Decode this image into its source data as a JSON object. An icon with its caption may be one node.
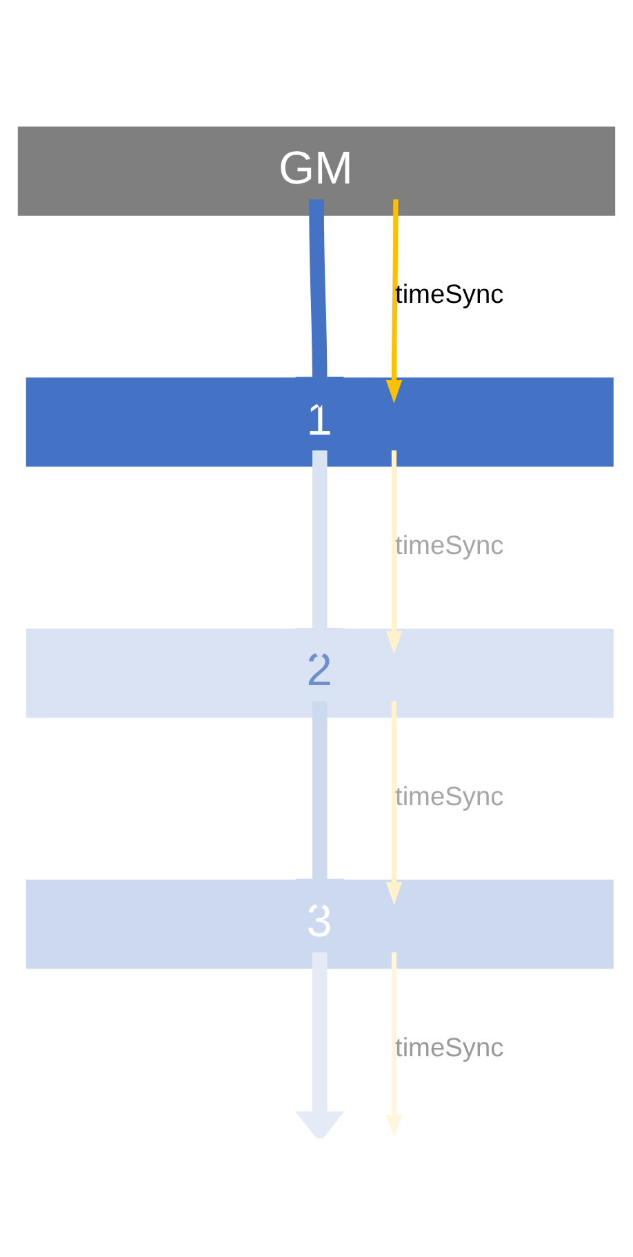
{
  "diagram": {
    "nodes": [
      {
        "text": [
          "GM"
        ]
      },
      {
        "text": [
          "1"
        ]
      },
      {
        "text": [
          "2"
        ]
      },
      {
        "text": [
          "3"
        ]
      }
    ],
    "edges": [
      {
        "from": 0,
        "to": 1,
        "arrow": "to",
        "style": "thick",
        "color": "#4472c4"
      },
      {
        "from": 0,
        "to": 1,
        "arrow": "to",
        "label": "timeSync",
        "color": "#ffc000"
      },
      {
        "from": 1,
        "to": 2,
        "arrow": "to",
        "style": "thick",
        "color": "#dae3f3"
      },
      {
        "from": 1,
        "to": 2,
        "arrow": "to",
        "label": "timeSync",
        "color": "#fff2cc"
      },
      {
        "from": 2,
        "to": 3,
        "arrow": "to",
        "style": "thick",
        "color": "#cdd9ee"
      },
      {
        "from": 2,
        "to": 3,
        "arrow": "to",
        "label": "timeSync",
        "color": "#fff2cc"
      },
      {
        "from": 3,
        "to": null,
        "arrow": "to",
        "style": "thick",
        "color": "#e4ebf6"
      },
      {
        "from": 3,
        "to": null,
        "arrow": "to",
        "label": "timeSync",
        "color": "#fff6dd"
      }
    ]
  }
}
